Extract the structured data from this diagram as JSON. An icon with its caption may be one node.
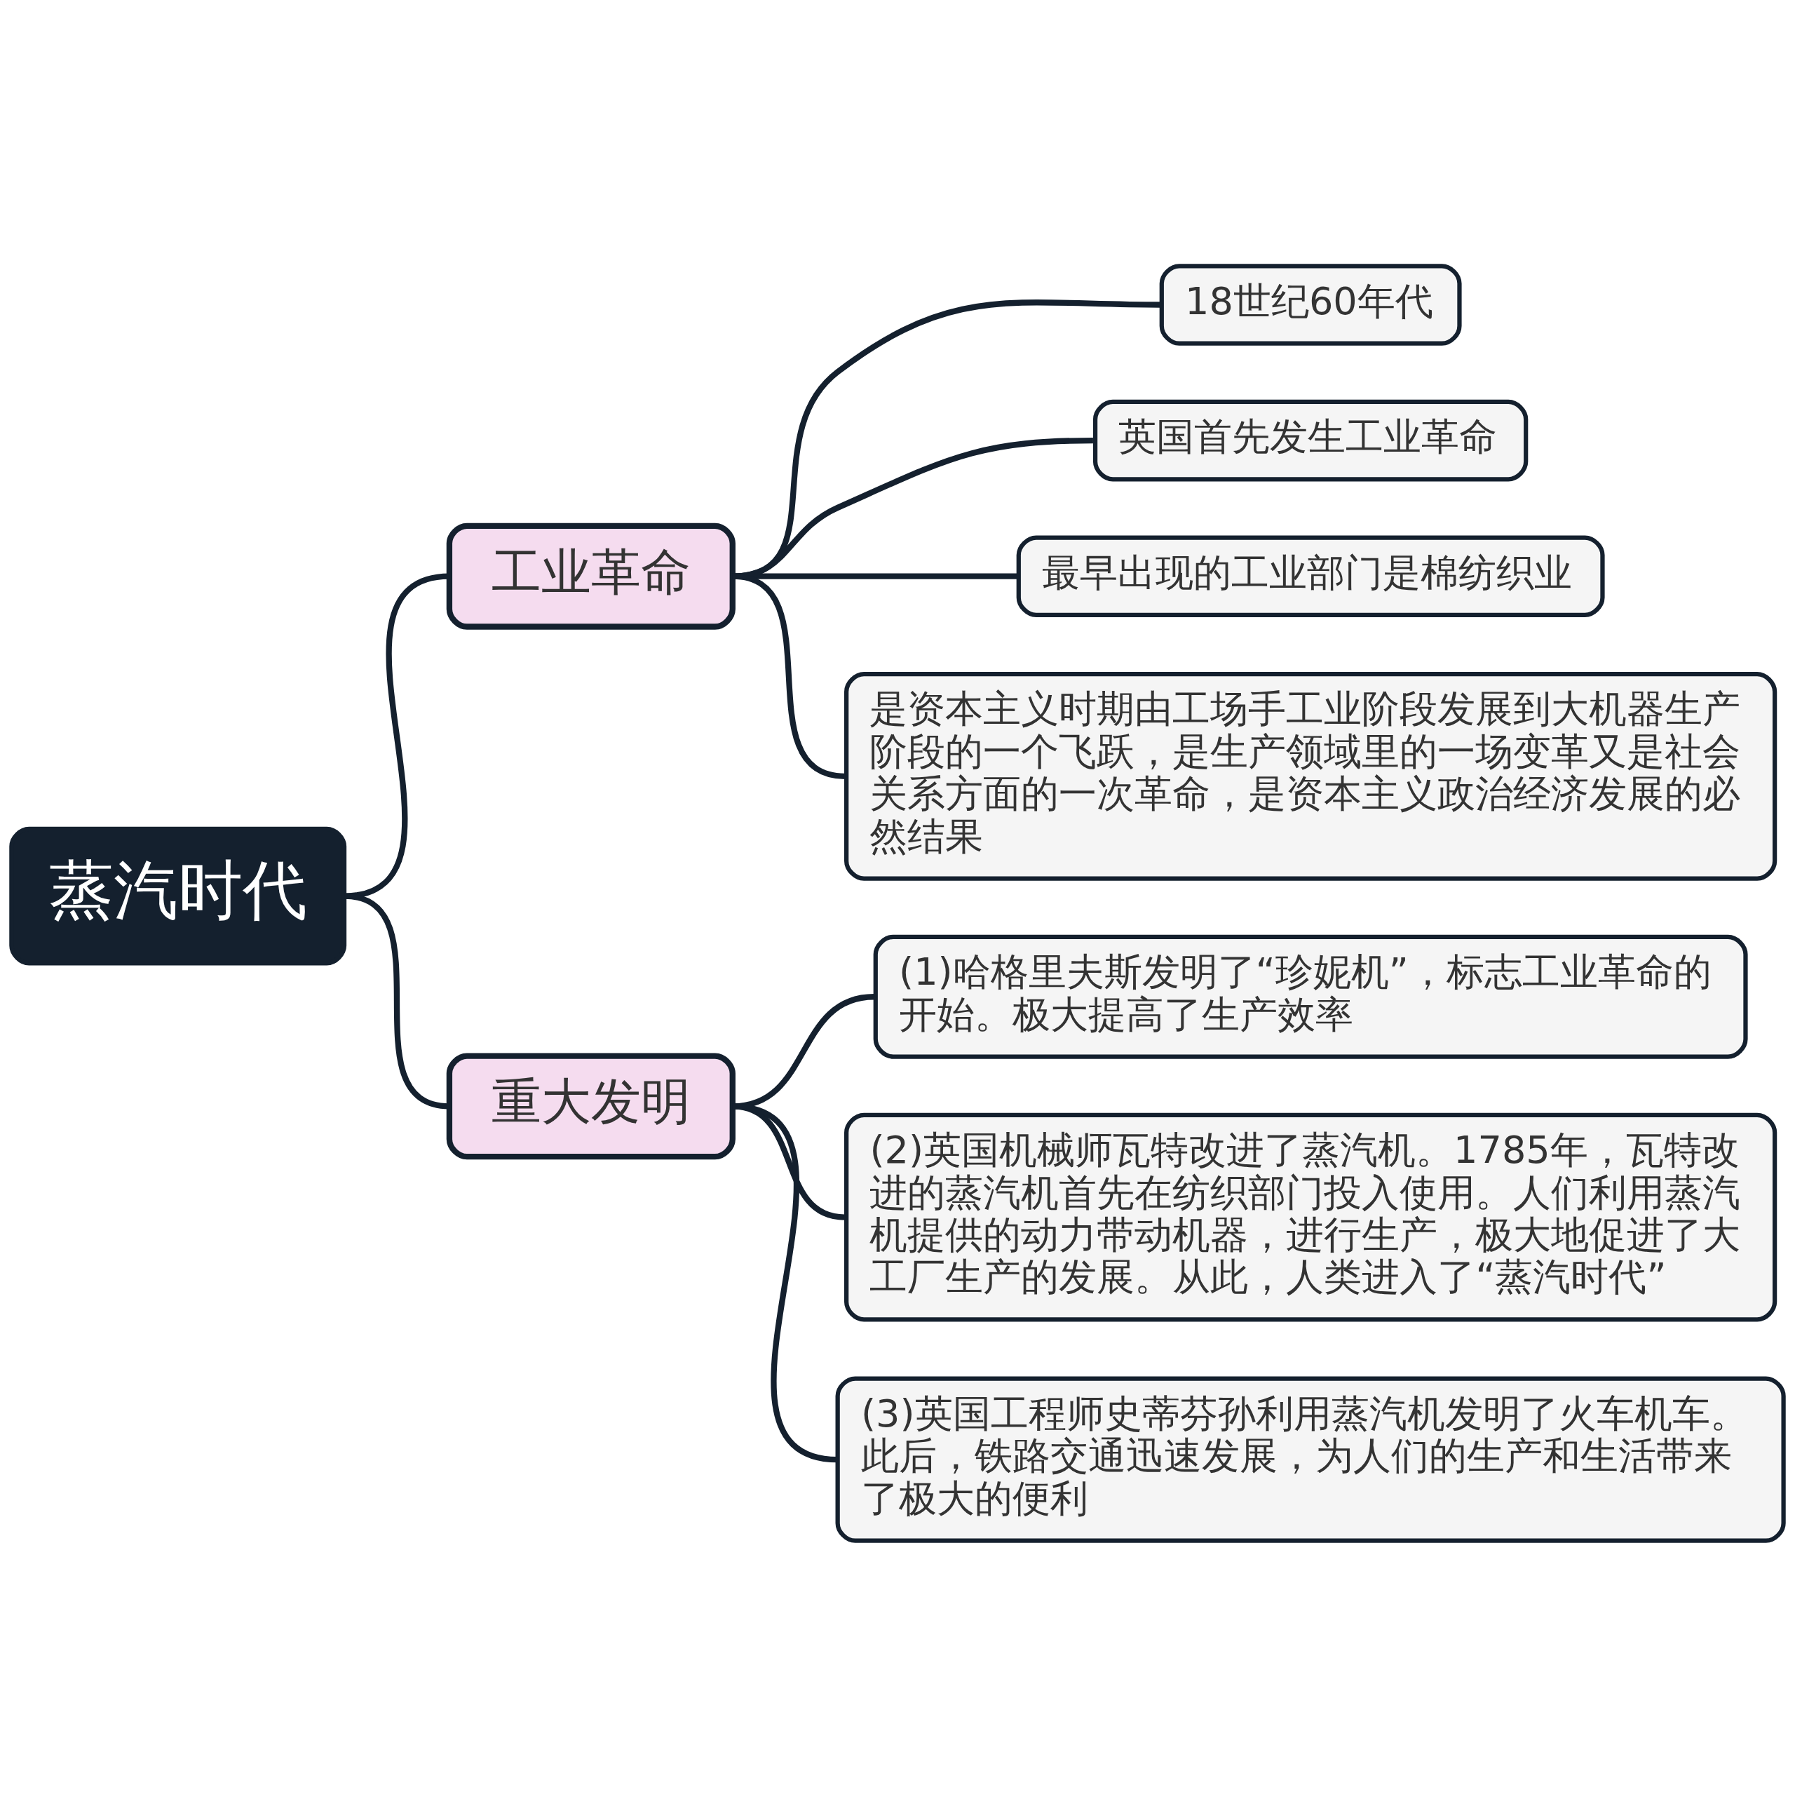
{
  "diagram": {
    "nodes": [
      {
        "text": [
          "蒸汽时代"
        ]
      },
      {
        "text": [
          "工业革命"
        ]
      },
      {
        "text": [
          "18世纪60年代"
        ]
      },
      {
        "text": [
          "英国首先发生工业革命"
        ]
      },
      {
        "text": [
          "最早出现的工业部门是棉纺织业"
        ]
      },
      {
        "text": [
          "是资本主义时期由工场手工业阶段发展到大机器生产阶段的一个飞跃，是生产领域里的一场变革又是社会关系方面的一次革命，是资本主义政治经济发展的必然结果"
        ]
      },
      {
        "text": [
          "重大发明"
        ]
      },
      {
        "text": [
          "(1)哈格里夫斯发明了“珍妮机”，标志工业革命的开始。极大提高了生产效率"
        ]
      },
      {
        "text": [
          "(2)英国机械师瓦特改进了蒸汽机。1785年，瓦特改进的蒸汽机首先在纺织部门投入使用。人们利用蒸汽机提供的动力带动机器，进行生产，极大地促进了大工厂生产的发展。从此，人类进入了“蒸汽时代”"
        ]
      },
      {
        "text": [
          "(3)英国工程师史蒂芬孙利用蒸汽机发明了火车机车。此后，铁路交通迅速发展，为人们的生产和生活带来了极大的便利"
        ]
      }
    ],
    "edges": [
      {
        "from": 0,
        "to": 1,
        "arrow": "none"
      },
      {
        "from": 1,
        "to": 2,
        "arrow": "none"
      },
      {
        "from": 1,
        "to": 3,
        "arrow": "none"
      },
      {
        "from": 1,
        "to": 4,
        "arrow": "none"
      },
      {
        "from": 1,
        "to": 5,
        "arrow": "none"
      },
      {
        "from": 0,
        "to": 6,
        "arrow": "none"
      },
      {
        "from": 6,
        "to": 7,
        "arrow": "none"
      },
      {
        "from": 6,
        "to": 8,
        "arrow": "none"
      },
      {
        "from": 6,
        "to": 9,
        "arrow": "none"
      }
    ]
  }
}
